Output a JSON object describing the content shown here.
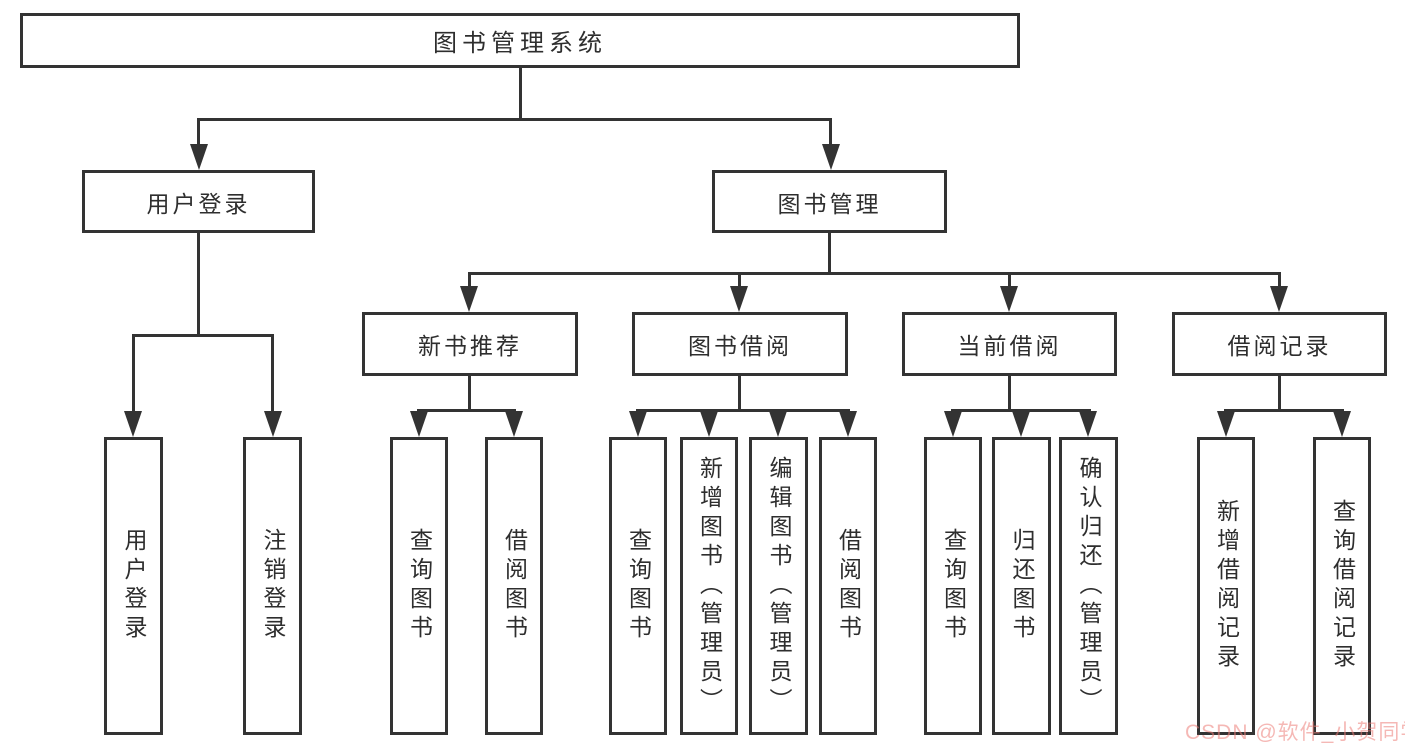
{
  "diagram": {
    "title": "图书管理系统",
    "level2": {
      "user_login": "用户登录",
      "book_mgmt": "图书管理"
    },
    "level3": {
      "new_book_rec": "新书推荐",
      "book_borrow": "图书借阅",
      "current_borrow": "当前借阅",
      "borrow_records": "借阅记录"
    },
    "leaves": {
      "user_login": "用户登录",
      "logout": "注销登录",
      "query_books_1": "查询图书",
      "borrow_books_1": "借阅图书",
      "query_books_2": "查询图书",
      "add_book_admin": "新增图书（管理员）",
      "edit_book_admin": "编辑图书（管理员）",
      "borrow_books_2": "借阅图书",
      "query_books_3": "查询图书",
      "return_books": "归还图书",
      "confirm_return_admin": "确认归还（管理员）",
      "add_borrow_record": "新增借阅记录",
      "query_borrow_record": "查询借阅记录"
    }
  },
  "watermark": {
    "text": "CSDN @软件_小贺同学"
  },
  "colors": {
    "line": "#333333",
    "text": "#2e2e2e",
    "background": "#ffffff",
    "watermark_pink": "#ec7d78"
  }
}
